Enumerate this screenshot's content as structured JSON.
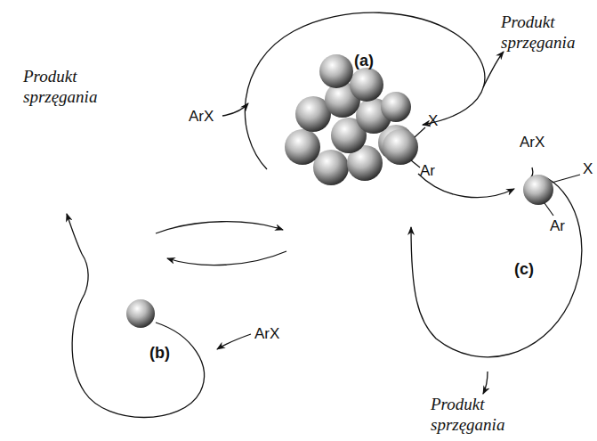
{
  "diagram": {
    "labels": [
      "(a)",
      "ArX",
      "Produkt sprzęgania",
      "X",
      "ArX",
      "X",
      "Produkt sprzęgania",
      "Ar",
      "Ar",
      "(b)",
      "ArX",
      "(c)",
      "Produkt sprzęgania"
    ]
  }
}
